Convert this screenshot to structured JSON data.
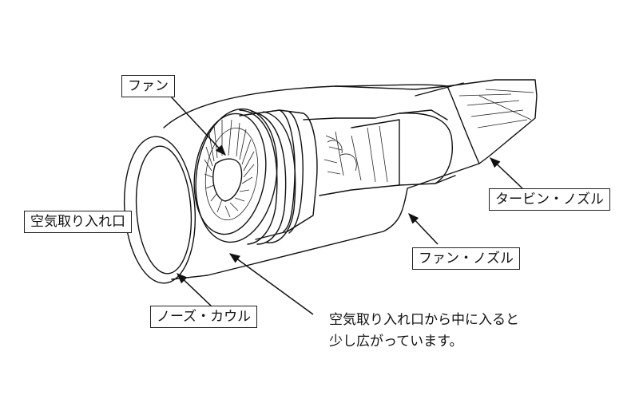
{
  "labels": {
    "fan": "ファン",
    "air_intake": "空気取り入れ口",
    "nose_cowl": "ノーズ・カウル",
    "fan_nozzle": "ファン・ノズル",
    "turbine_nozzle": "タービン・ノズル"
  },
  "note": {
    "line1": "空気取り入れ口から中に入ると",
    "line2": "少し広がっています。"
  }
}
